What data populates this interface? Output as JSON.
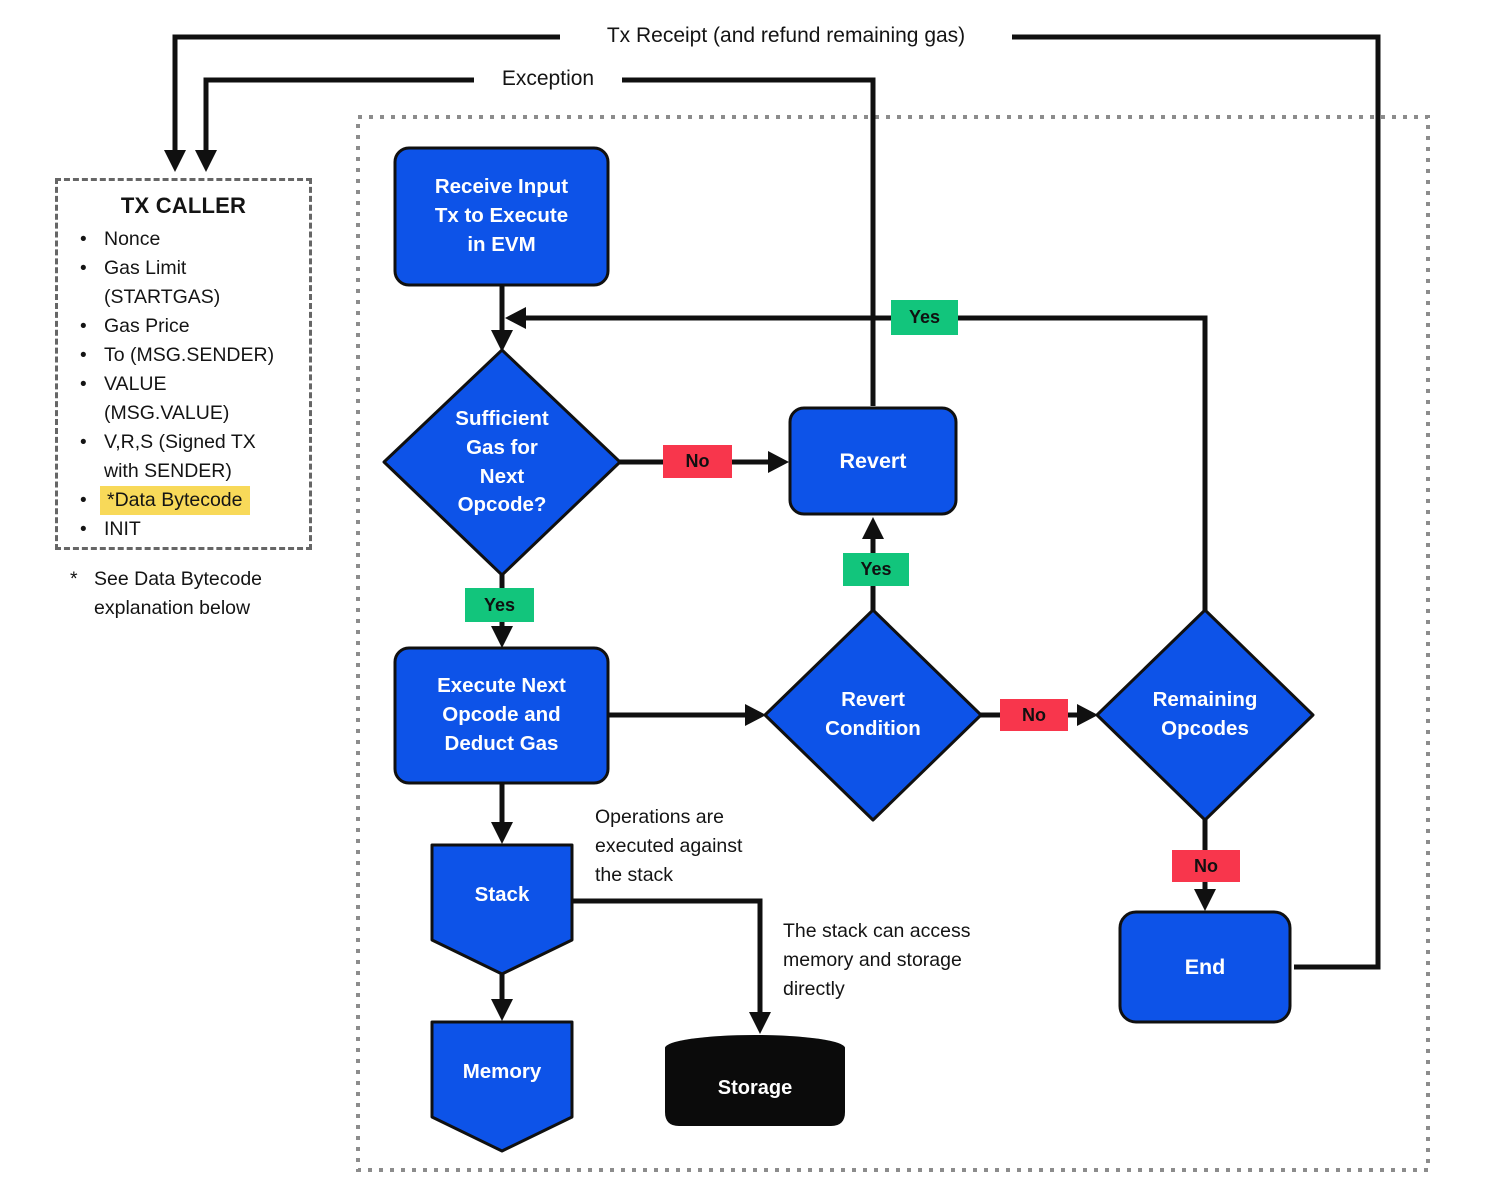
{
  "colors": {
    "blue": "#0d53e8",
    "green": "#12c57c",
    "red": "#f8364c",
    "yellow": "#f8d959",
    "ink": "#101010",
    "silver": "#b9c4c2",
    "dash": "#8c8c8c",
    "paper": "#ffffff"
  },
  "external_labels": {
    "tx_receipt": "Tx Receipt (and refund remaining gas)",
    "exception": "Exception"
  },
  "tx_caller": {
    "title": "TX CALLER",
    "bullet": "•",
    "items": [
      {
        "text": "Nonce",
        "highlight": false
      },
      {
        "text": "Gas Limit\n(STARTGAS)",
        "highlight": false
      },
      {
        "text": "Gas Price",
        "highlight": false
      },
      {
        "text": "To (MSG.SENDER)",
        "highlight": false
      },
      {
        "text": "VALUE\n(MSG.VALUE)",
        "highlight": false
      },
      {
        "text": "V,R,S (Signed TX\nwith SENDER)",
        "highlight": false
      },
      {
        "text": "*Data Bytecode",
        "highlight": true
      },
      {
        "text": "INIT",
        "highlight": false
      }
    ],
    "footnote_marker": "*",
    "footnote": "See Data Bytecode\nexplanation below"
  },
  "nodes": {
    "receive": "Receive Input\nTx to Execute\nin EVM",
    "sufficient_gas": "Sufficient\nGas for\nNext\nOpcode?",
    "revert": "Revert",
    "execute": "Execute Next\nOpcode and\nDeduct Gas",
    "revert_condition": "Revert\nCondition",
    "remaining_opcodes": "Remaining\nOpcodes",
    "end": "End",
    "stack": "Stack",
    "memory": "Memory",
    "storage": "Storage"
  },
  "badges": {
    "loop_yes": "Yes",
    "gas_no": "No",
    "gas_yes": "Yes",
    "condition_yes": "Yes",
    "condition_no": "No",
    "opcodes_no": "No"
  },
  "annotations": {
    "stack_note": "Operations are\nexecuted against\nthe stack",
    "storage_note": "The stack can access\nmemory and storage\ndirectly"
  }
}
